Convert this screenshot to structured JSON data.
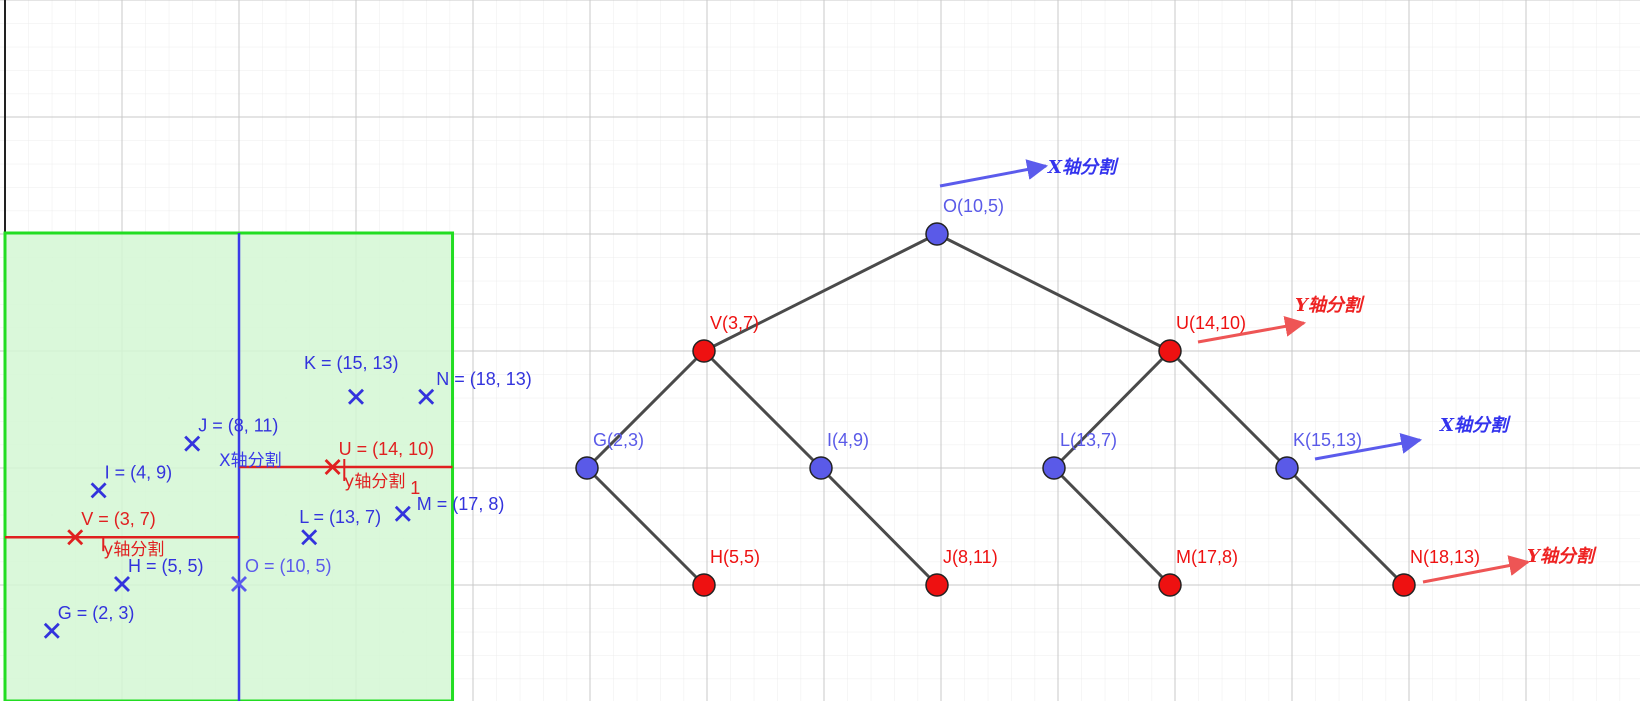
{
  "colors": {
    "blue": "#3333dd",
    "light_blue": "#5b5bec",
    "red": "#e02020",
    "dark_line": "#4a4a4a",
    "region_fill": "#d4f7d4",
    "region_border": "#22dd22",
    "grid_major": "#c8c8c8",
    "grid_minor": "#ececec"
  },
  "scatter": {
    "points": [
      {
        "id": "G",
        "label": "G = (2, 3)",
        "x": 2,
        "y": 3,
        "color": "blue"
      },
      {
        "id": "H",
        "label": "H = (5, 5)",
        "x": 5,
        "y": 5,
        "color": "blue"
      },
      {
        "id": "I",
        "label": "I = (4, 9)",
        "x": 4,
        "y": 9,
        "color": "blue"
      },
      {
        "id": "J",
        "label": "J = (8, 11)",
        "x": 8,
        "y": 11,
        "color": "blue"
      },
      {
        "id": "K",
        "label": "K = (15, 13)",
        "x": 15,
        "y": 13,
        "color": "blue"
      },
      {
        "id": "N",
        "label": "N = (18, 13)",
        "x": 18,
        "y": 13,
        "color": "blue"
      },
      {
        "id": "L",
        "label": "L = (13, 7)",
        "x": 13,
        "y": 7,
        "color": "blue"
      },
      {
        "id": "M",
        "label": "M = (17, 8)",
        "x": 17,
        "y": 8,
        "color": "blue"
      },
      {
        "id": "V",
        "label": "V = (3, 7)",
        "x": 3,
        "y": 7,
        "color": "red"
      },
      {
        "id": "U",
        "label": "U = (14, 10)",
        "x": 14,
        "y": 10,
        "color": "red"
      },
      {
        "id": "O",
        "label": "O = (10, 5)",
        "x": 10,
        "y": 5,
        "color": "light_blue"
      }
    ],
    "split_labels": {
      "x_split": "X轴分割",
      "y_split_left": "y轴分割",
      "y_split_right": "y轴分割",
      "y_split_right_subscript": "1"
    }
  },
  "tree": {
    "nodes": [
      {
        "id": "O",
        "label": "O(10,5)",
        "color": "blue"
      },
      {
        "id": "V",
        "label": "V(3,7)",
        "color": "red"
      },
      {
        "id": "U",
        "label": "U(14,10)",
        "color": "red"
      },
      {
        "id": "G",
        "label": "G(2,3)",
        "color": "blue"
      },
      {
        "id": "I",
        "label": "I(4,9)",
        "color": "blue"
      },
      {
        "id": "L",
        "label": "L(13,7)",
        "color": "blue"
      },
      {
        "id": "K",
        "label": "K(15,13)",
        "color": "blue"
      },
      {
        "id": "H",
        "label": "H(5,5)",
        "color": "red"
      },
      {
        "id": "J",
        "label": "J(8,11)",
        "color": "red"
      },
      {
        "id": "M",
        "label": "M(17,8)",
        "color": "red"
      },
      {
        "id": "N",
        "label": "N(18,13)",
        "color": "red"
      }
    ],
    "edges": [
      [
        "O",
        "V"
      ],
      [
        "O",
        "U"
      ],
      [
        "V",
        "G"
      ],
      [
        "V",
        "I"
      ],
      [
        "U",
        "L"
      ],
      [
        "U",
        "K"
      ],
      [
        "G",
        "H"
      ],
      [
        "I",
        "J"
      ],
      [
        "L",
        "M"
      ],
      [
        "K",
        "N"
      ]
    ],
    "annotations": [
      {
        "node": "O",
        "text": "X轴分割",
        "color": "blue"
      },
      {
        "node": "U",
        "text": "Y轴分割",
        "color": "red"
      },
      {
        "node": "K",
        "text": "X轴分割",
        "color": "blue"
      },
      {
        "node": "N",
        "text": "Y轴分割",
        "color": "red"
      }
    ]
  }
}
